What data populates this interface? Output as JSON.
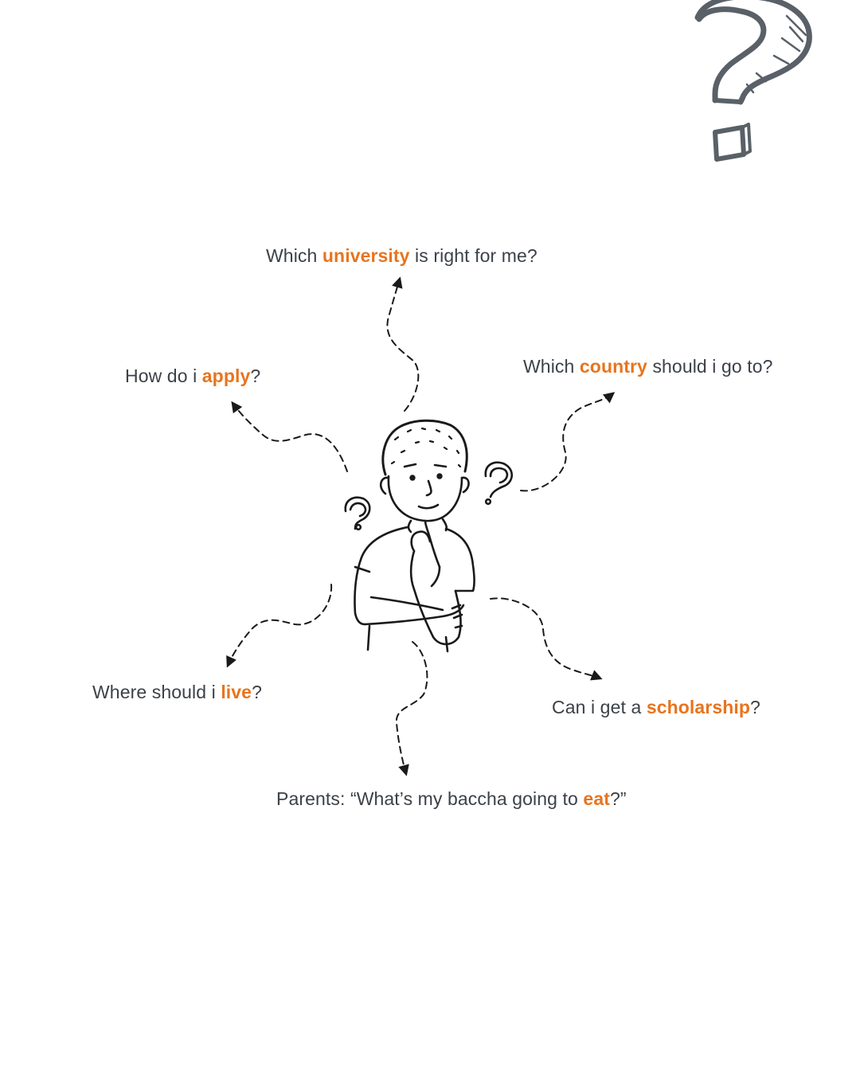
{
  "colors": {
    "accent": "#e8741e",
    "text": "#3c4148",
    "ink": "#1a1a1a",
    "sketch": "#5a6068"
  },
  "icons": {
    "big_question": "question-mark-sketch-icon",
    "center_figure": "thinking-person-illustration",
    "small_question": "question-mark-icon",
    "connector": "dashed-curved-arrow"
  },
  "questions": [
    {
      "id": "university",
      "before": "Which ",
      "highlight": "university",
      "after": " is right for me?"
    },
    {
      "id": "country",
      "before": "Which ",
      "highlight": "country",
      "after": " should i go to?"
    },
    {
      "id": "apply",
      "before": "How do i ",
      "highlight": "apply",
      "after": "?"
    },
    {
      "id": "live",
      "before": "Where should i ",
      "highlight": "live",
      "after": "?"
    },
    {
      "id": "scholarship",
      "before": "Can i get a ",
      "highlight": "scholarship",
      "after": "?"
    },
    {
      "id": "eat",
      "before": "Parents: “What’s my baccha going to ",
      "highlight": "eat",
      "after": "?”"
    }
  ]
}
